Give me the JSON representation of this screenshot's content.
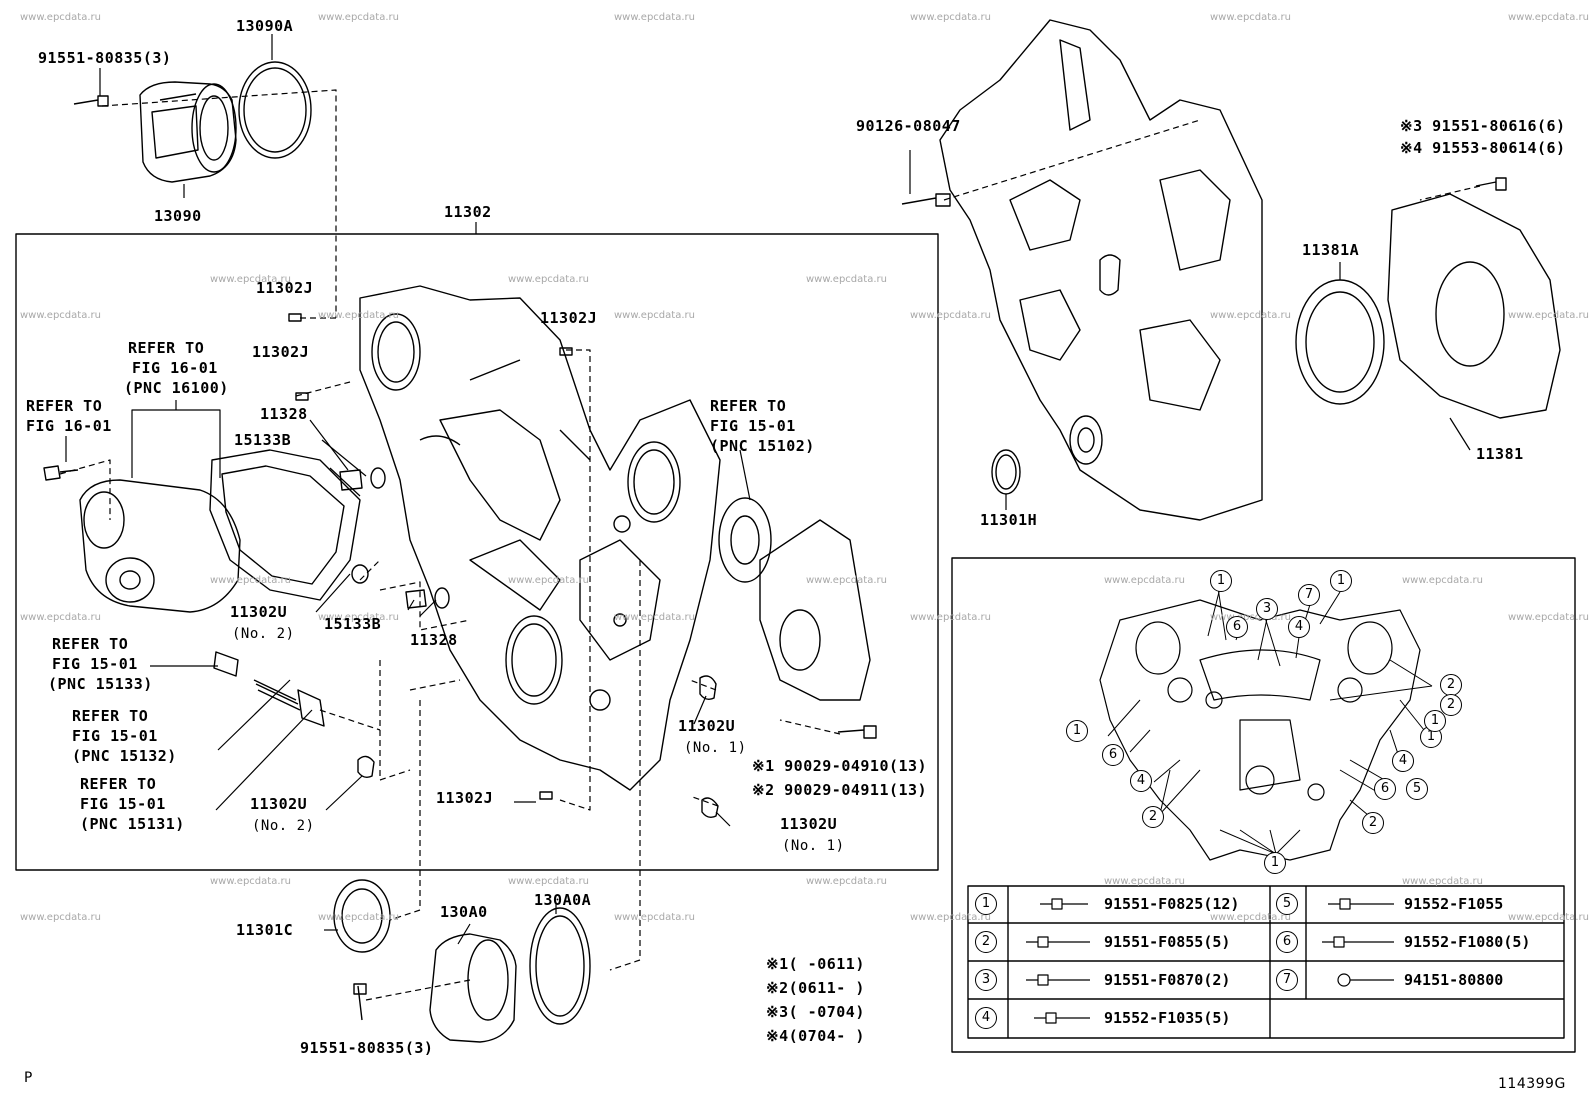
{
  "watermark": "www.epcdata.ru",
  "labels": {
    "p13090a": "13090A",
    "p9155180835_top": "91551-80835(3)",
    "p13090": "13090",
    "p11302": "11302",
    "p11302j_1": "11302J",
    "p11302j_2": "11302J",
    "p11302j_3": "11302J",
    "p11302j_4": "11302J",
    "p11328_1": "11328",
    "p11328_2": "11328",
    "p15133b_1": "15133B",
    "p15133b_2": "15133B",
    "p11302u_1": "11302U",
    "p11302u_1_sub": "(No. 2)",
    "p11302u_2": "11302U",
    "p11302u_2_sub": "(No. 1)",
    "p11302u_3": "11302U",
    "p11302u_3_sub": "(No. 2)",
    "p11302u_4": "11302U",
    "p11302u_4_sub": "(No. 1)",
    "ref_16_01_a_1": "REFER TO",
    "ref_16_01_a_2": "FIG 16-01",
    "ref_16_01_a_3": "(PNC 16100)",
    "ref_16_01_b_1": "REFER TO",
    "ref_16_01_b_2": "FIG 16-01",
    "ref_15102_1": "REFER TO",
    "ref_15102_2": "FIG 15-01",
    "ref_15102_3": "(PNC 15102)",
    "ref_15133_1": "REFER TO",
    "ref_15133_2": "FIG 15-01",
    "ref_15133_3": "(PNC 15133)",
    "ref_15132_1": "REFER TO",
    "ref_15132_2": "FIG 15-01",
    "ref_15132_3": "(PNC 15132)",
    "ref_15131_1": "REFER TO",
    "ref_15131_2": "FIG 15-01",
    "ref_15131_3": "(PNC 15131)",
    "p90029_1": "※1 90029-04910(13)",
    "p90029_2": "※2 90029-04911(13)",
    "p11301c": "11301C",
    "p130a0": "130A0",
    "p130a0a": "130A0A",
    "p9155180835_bot": "91551-80835(3)",
    "p90126": "90126-08047",
    "p91551_80616": "※3 91551-80616(6)",
    "p91553_80614": "※4 91553-80614(6)",
    "p11381a": "11381A",
    "p11381": "11381",
    "p11301h": "11301H",
    "note1": "※1(    -0611)",
    "note2": "※2(0611-     )",
    "note3": "※3(    -0704)",
    "note4": "※4(0704-     )",
    "corner_p": "P",
    "fig_code": "114399G"
  },
  "legend": [
    {
      "num": "1",
      "part": "91551-F0825(12)"
    },
    {
      "num": "2",
      "part": "91551-F0855(5)"
    },
    {
      "num": "3",
      "part": "91551-F0870(2)"
    },
    {
      "num": "4",
      "part": "91552-F1035(5)"
    },
    {
      "num": "5",
      "part": "91552-F1055"
    },
    {
      "num": "6",
      "part": "91552-F1080(5)"
    },
    {
      "num": "7",
      "part": "94151-80800"
    }
  ],
  "inset_markers": [
    "1",
    "1",
    "3",
    "6",
    "7",
    "1",
    "4",
    "2",
    "1",
    "1",
    "6",
    "4",
    "2",
    "4",
    "6",
    "5",
    "2",
    "1",
    "2"
  ]
}
